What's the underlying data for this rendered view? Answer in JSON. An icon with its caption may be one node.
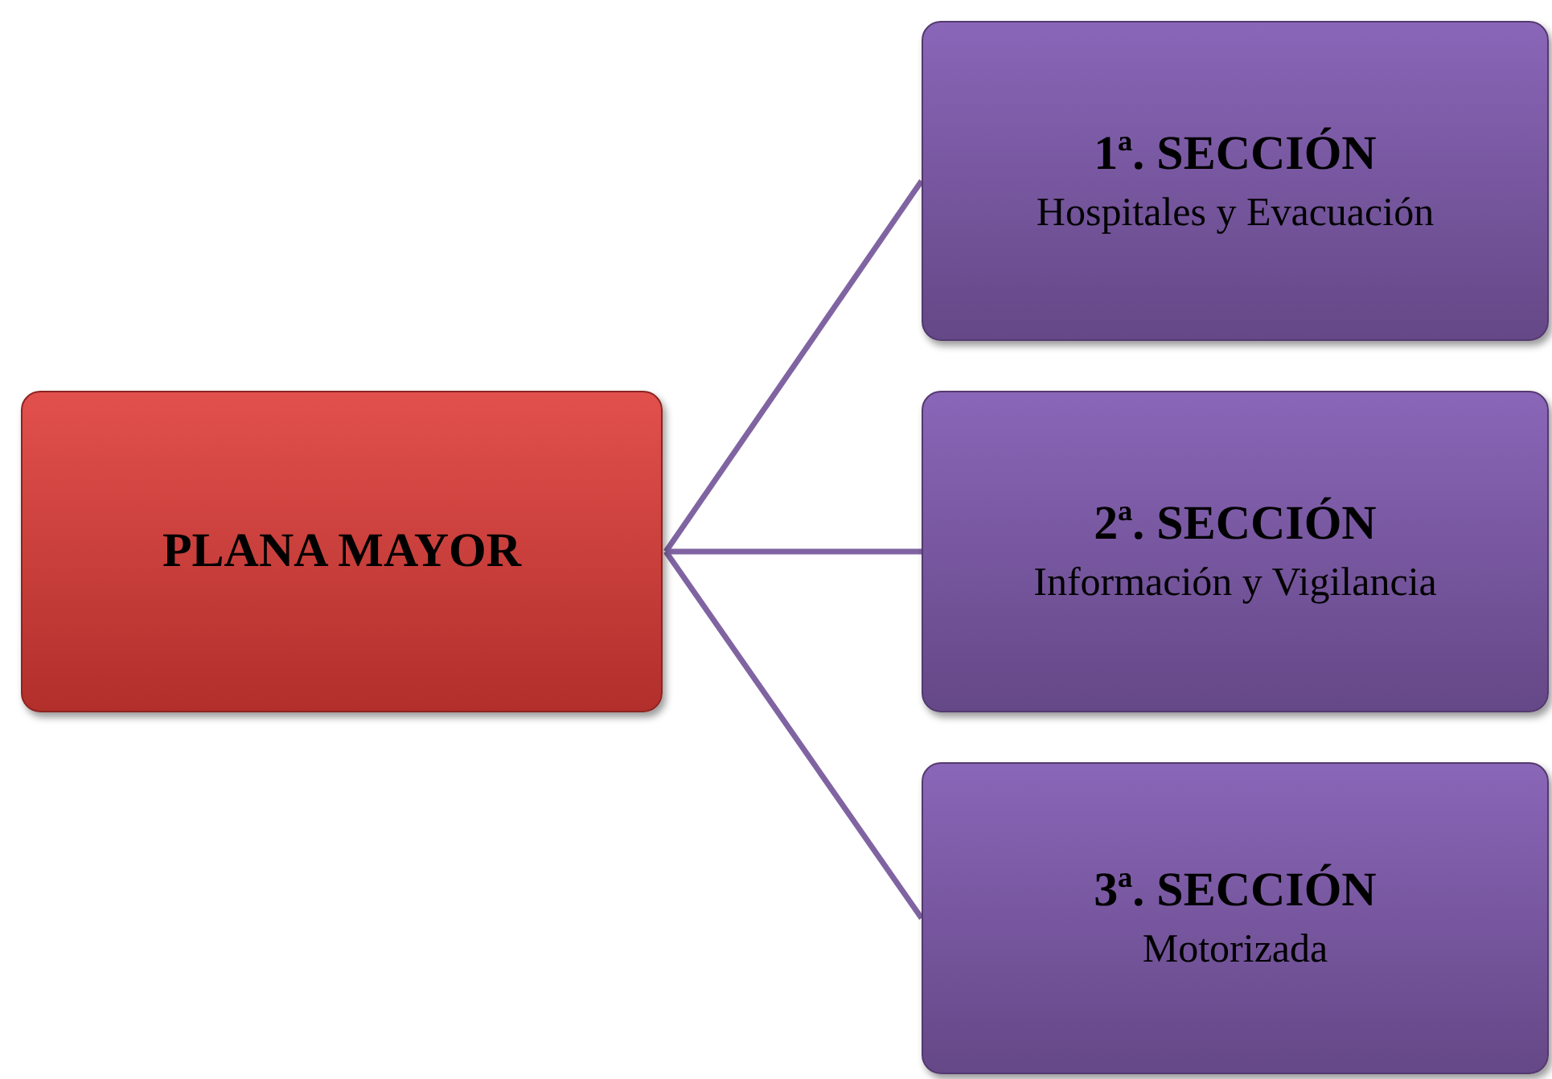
{
  "diagram": {
    "nodes": [
      {
        "text": [
          "PLANA MAYOR"
        ]
      },
      {
        "text": [
          "1ª. SECCIÓN",
          "Hospitales y Evacuación"
        ]
      },
      {
        "text": [
          "2ª. SECCIÓN",
          "Información y Vigilancia"
        ]
      },
      {
        "text": [
          "3ª. SECCIÓN",
          "Motorizada"
        ]
      }
    ],
    "edges": [
      {
        "from": 0,
        "to": 1,
        "arrow": "none"
      },
      {
        "from": 0,
        "to": 2,
        "arrow": "none"
      },
      {
        "from": 0,
        "to": 3,
        "arrow": "none"
      }
    ]
  }
}
